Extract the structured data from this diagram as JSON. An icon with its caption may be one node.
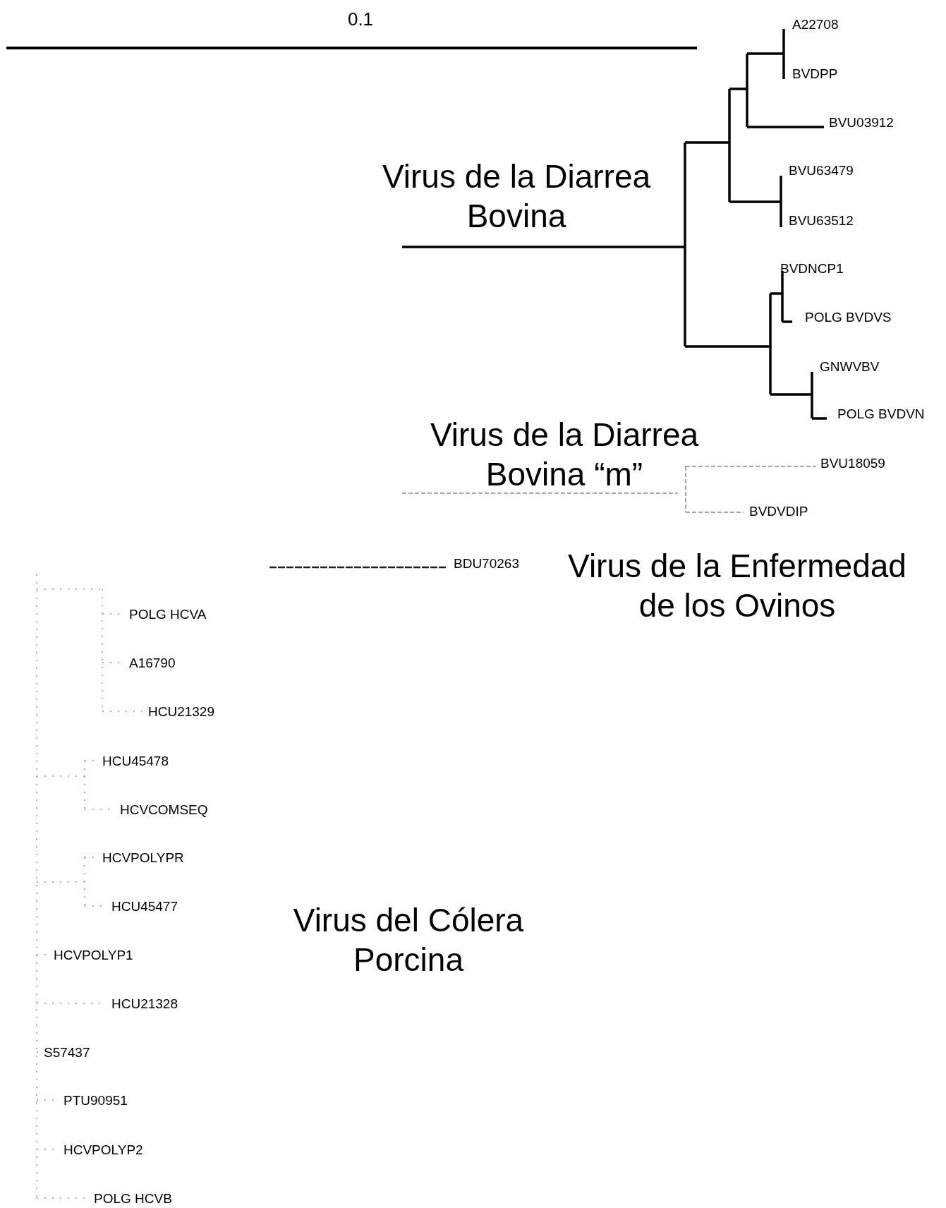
{
  "diagram": {
    "labels": [
      "0.1",
      "A22708",
      "BVDPP",
      "BVU03912",
      "Virus de la Diarrea Bovina",
      "BVU63479",
      "BVU63512",
      "BVDNCP1",
      "POLG BVDVS",
      "GNWVBV",
      "POLG BVDVN",
      "Virus de la Diarrea Bovina “m”",
      "BVU18059",
      "BVDVDIP",
      "BDU70263",
      "Virus de la Enfermedad de los Ovinos",
      "POLG HCVA",
      "A16790",
      "HCU21329",
      "HCU45478",
      "HCVCOMSEQ",
      "HCVPOLYPR",
      "HCU45477",
      "Virus del Cólera Porcina",
      "HCVPOLYP1",
      "HCU21328",
      "S57437",
      "PTU90951",
      "HCVPOLYP2",
      "POLG HCVB"
    ]
  }
}
